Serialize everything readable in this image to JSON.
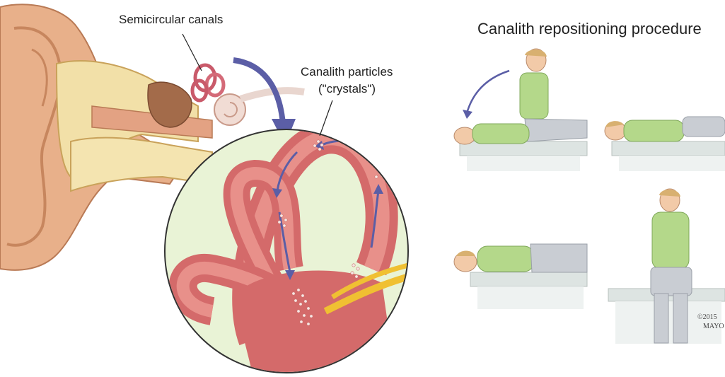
{
  "labels": {
    "semicircular_canals": "Semicircular canals",
    "canalith_line1": "Canalith particles",
    "canalith_line2": "(\"crystals\")"
  },
  "procedure": {
    "title": "Canalith repositioning procedure"
  },
  "copyright": {
    "line1": "©2015",
    "line2": "MAYO"
  },
  "colors": {
    "skin": "#e8b08a",
    "canal": "#d46a6a",
    "canal_light": "#e8908a",
    "zoom_bg": "#e9f3d6",
    "arrow": "#5b5ea6",
    "shirt": "#b4d88a",
    "pants": "#c9cdd3",
    "table": "#dde4e2",
    "nerve": "#f0c032"
  }
}
